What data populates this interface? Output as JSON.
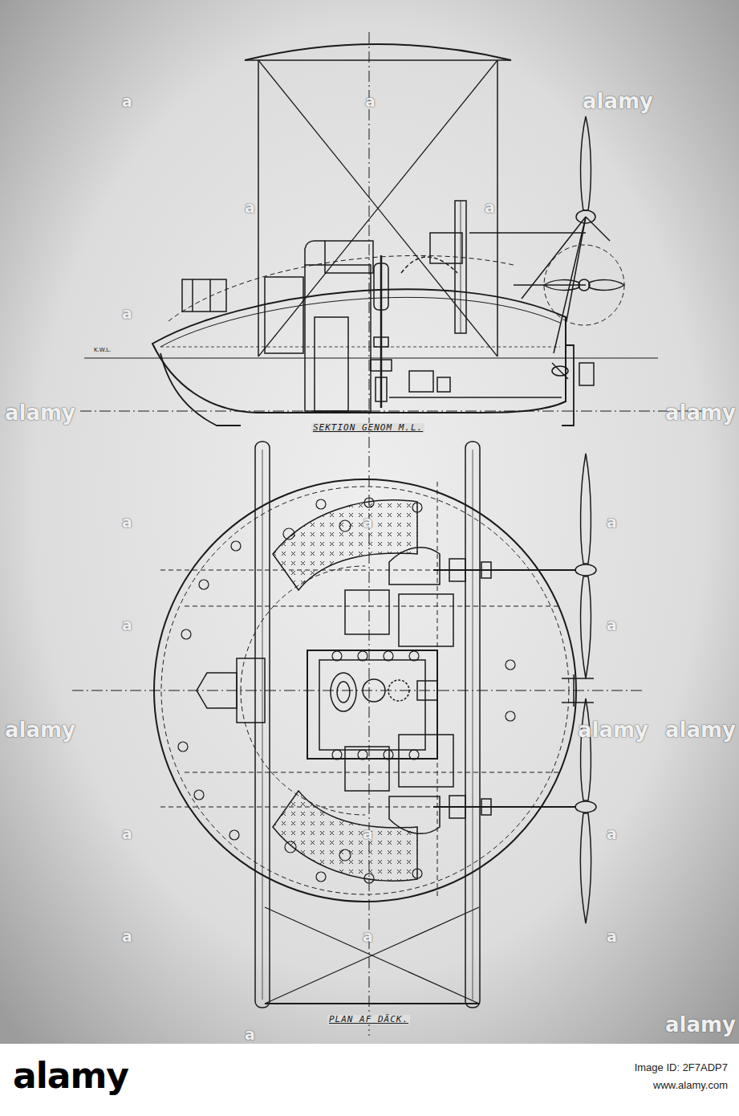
{
  "diagram": {
    "labels": [
      "SEKTION GENOM M.L.",
      "PLAN AF DÄCK.",
      "K.W.L.",
      "alamy",
      "alamy",
      "alamy",
      "alamy",
      "alamy",
      "alamy",
      "alamy",
      "a",
      "a",
      "a",
      "a",
      "a",
      "a",
      "a",
      "a",
      "a",
      "a",
      "a",
      "a",
      "a",
      "a",
      "a",
      "a",
      "a",
      "alamy",
      "Image ID: 2F7ADP7",
      "www.alamy.com"
    ]
  }
}
